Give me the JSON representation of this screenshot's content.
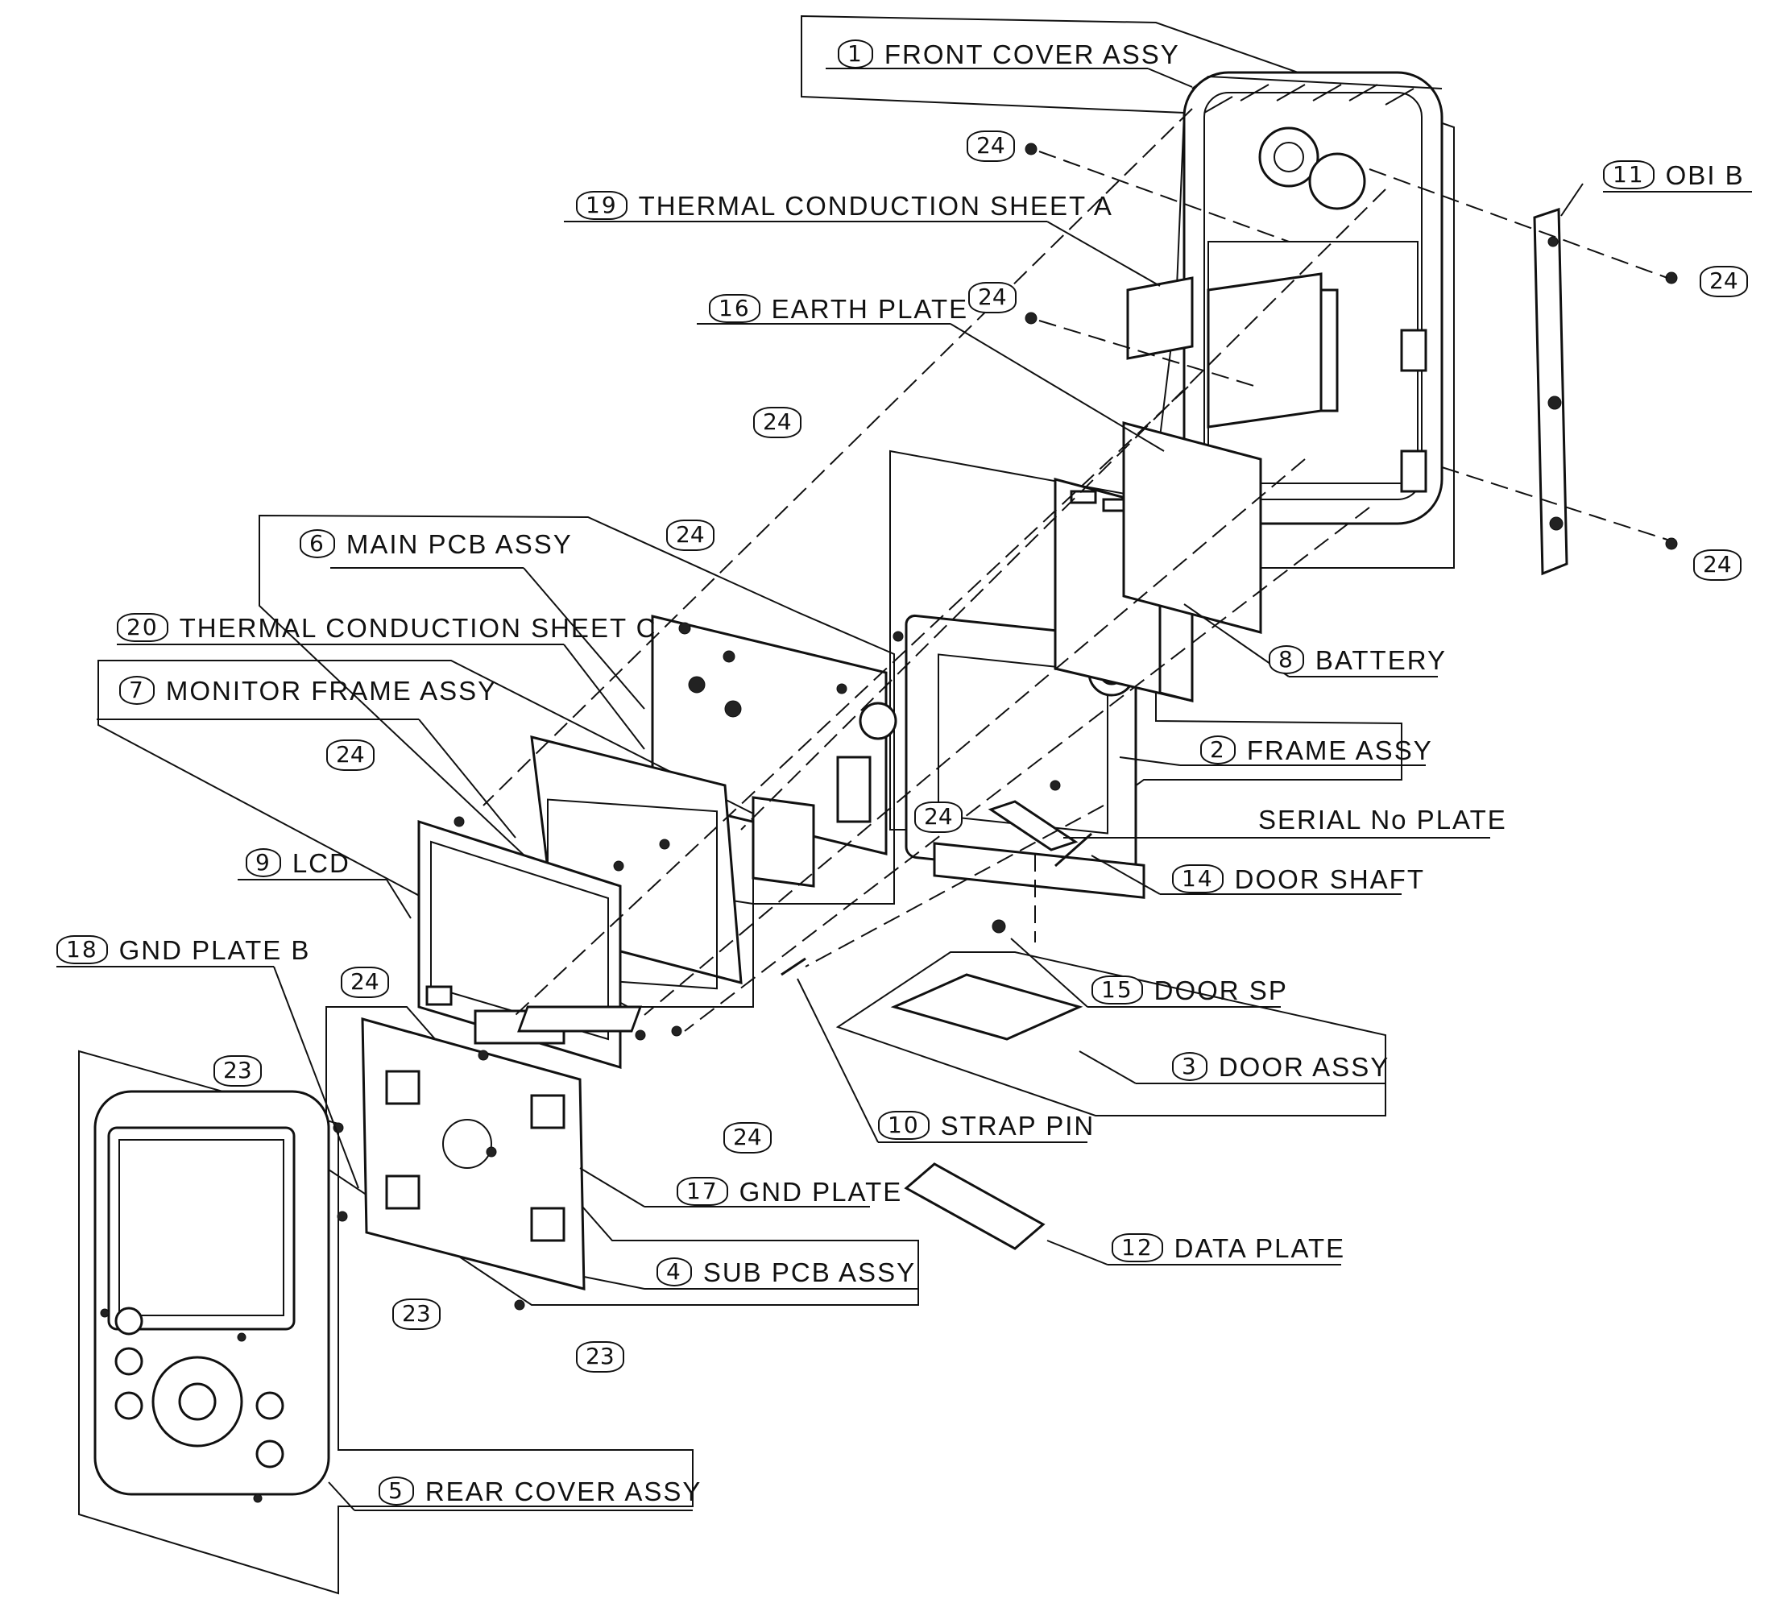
{
  "parts": {
    "p1": {
      "num": "1",
      "name": "FRONT COVER ASSY"
    },
    "p2": {
      "num": "2",
      "name": "FRAME ASSY"
    },
    "p3": {
      "num": "3",
      "name": "DOOR ASSY"
    },
    "p4": {
      "num": "4",
      "name": "SUB PCB ASSY"
    },
    "p5": {
      "num": "5",
      "name": "REAR COVER ASSY"
    },
    "p6": {
      "num": "6",
      "name": "MAIN PCB ASSY"
    },
    "p7": {
      "num": "7",
      "name": "MONITOR FRAME ASSY"
    },
    "p8": {
      "num": "8",
      "name": "BATTERY"
    },
    "p9": {
      "num": "9",
      "name": "LCD"
    },
    "p10": {
      "num": "10",
      "name": "STRAP PIN"
    },
    "p11": {
      "num": "11",
      "name": "OBI B"
    },
    "p12": {
      "num": "12",
      "name": "DATA PLATE"
    },
    "p14": {
      "num": "14",
      "name": "DOOR SHAFT"
    },
    "p15": {
      "num": "15",
      "name": "DOOR SP"
    },
    "p16": {
      "num": "16",
      "name": "EARTH PLATE"
    },
    "p17": {
      "num": "17",
      "name": "GND PLATE"
    },
    "p18": {
      "num": "18",
      "name": "GND PLATE B"
    },
    "p19": {
      "num": "19",
      "name": "THERMAL CONDUCTION SHEET A"
    },
    "p20": {
      "num": "20",
      "name": "THERMAL CONDUCTION SHEET C"
    },
    "serial": {
      "name": "SERIAL No PLATE"
    }
  },
  "screw_tags": {
    "s24": "24",
    "s23": "23"
  }
}
